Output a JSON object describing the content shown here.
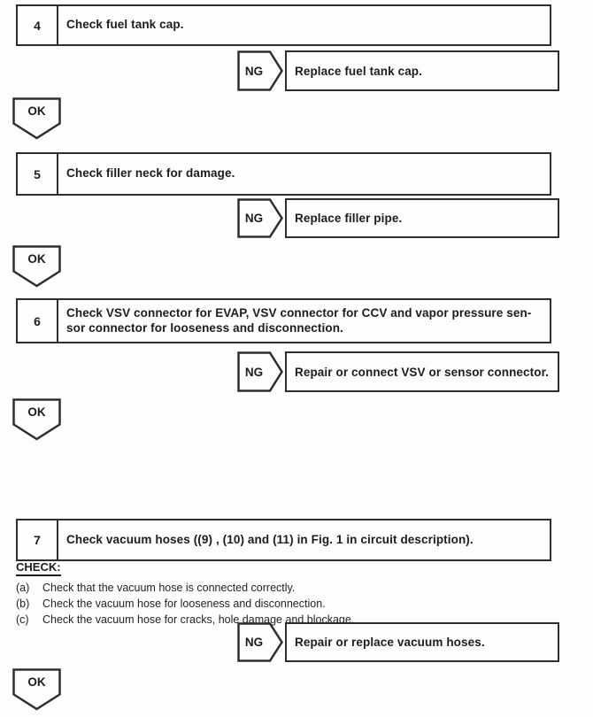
{
  "colors": {
    "ink": "#1c1c1c",
    "border": "#2e2e2e",
    "paper": "#fefefe"
  },
  "steps": [
    {
      "number": "4",
      "lines": [
        "Check fuel tank cap."
      ],
      "ng_label": "NG",
      "ng_action": "Replace fuel tank cap.",
      "ok_label": "OK"
    },
    {
      "number": "5",
      "lines": [
        "Check filler neck for damage."
      ],
      "ng_label": "NG",
      "ng_action": "Replace filler pipe.",
      "ok_label": "OK"
    },
    {
      "number": "6",
      "lines": [
        "Check VSV connector for EVAP, VSV connector for CCV and vapor pressure sen-",
        "sor connector for looseness and disconnection."
      ],
      "ng_label": "NG",
      "ng_action": "Repair or connect VSV or sensor connector.",
      "ok_label": "OK"
    },
    {
      "number": "7",
      "lines": [
        "Check vacuum hoses ((9) , (10) and (11) in Fig. 1 in circuit description)."
      ],
      "check_heading": "CHECK:",
      "check_items": [
        {
          "label": "(a)",
          "text": "Check that the vacuum hose is connected correctly."
        },
        {
          "label": "(b)",
          "text": "Check the vacuum hose for looseness and disconnection."
        },
        {
          "label": "(c)",
          "text": "Check the vacuum hose for cracks, hole damage and blockage."
        }
      ],
      "ng_label": "NG",
      "ng_action": "Repair or replace vacuum hoses.",
      "ok_label": "OK"
    }
  ]
}
